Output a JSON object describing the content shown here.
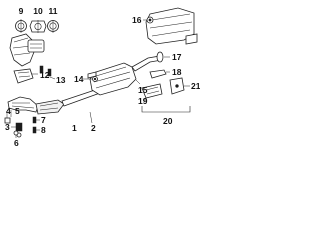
{
  "callouts": {
    "c1": "1",
    "c2": "2",
    "c3": "3",
    "c4": "4",
    "c5": "5",
    "c6": "6",
    "c7": "7",
    "c8": "8",
    "c9": "9",
    "c10": "10",
    "c11": "11",
    "c12": "12",
    "c13": "13",
    "c14": "14",
    "c15": "15",
    "c16": "16",
    "c17": "17",
    "c18": "18",
    "c19": "19",
    "c20": "20",
    "c21": "21"
  }
}
